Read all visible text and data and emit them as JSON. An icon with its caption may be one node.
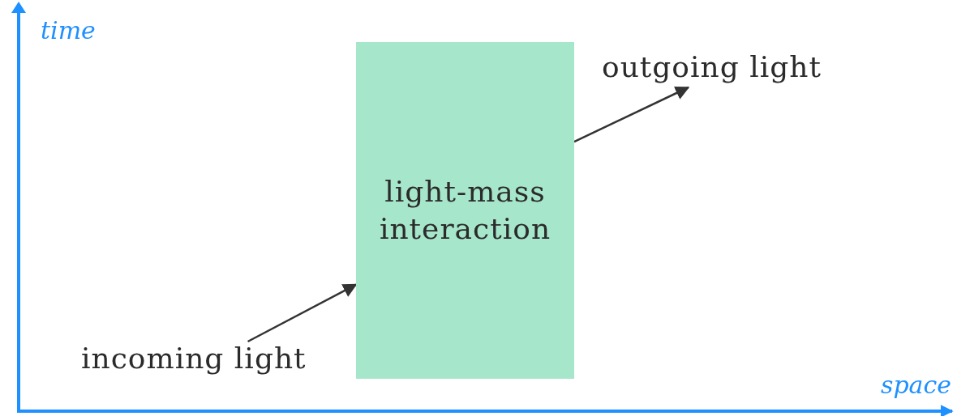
{
  "diagram": {
    "nodes": [
      {
        "text": [
          "incoming light"
        ]
      },
      {
        "text": [
          "light-mass interaction"
        ]
      },
      {
        "text": [
          "outgoing light"
        ]
      }
    ],
    "edges": [
      {
        "from": 0,
        "to": 1,
        "arrow": "to"
      },
      {
        "from": 1,
        "to": 2,
        "arrow": "to"
      }
    ],
    "labels": [
      "time",
      "space"
    ]
  }
}
